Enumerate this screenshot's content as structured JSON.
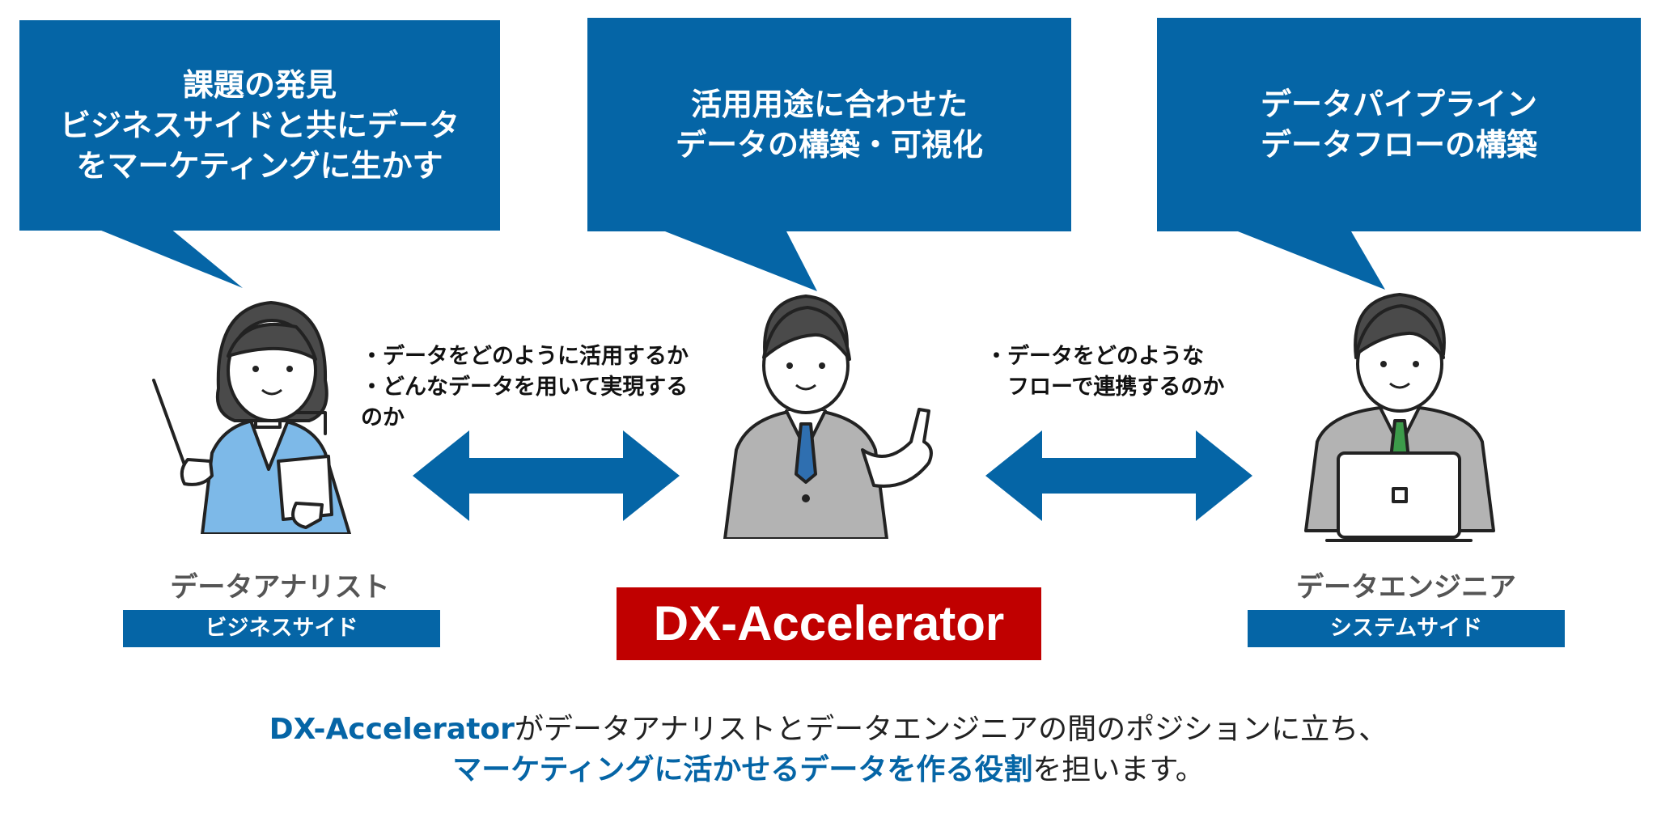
{
  "bubbles": [
    {
      "text": "課題の発見\nビジネスサイドと共にデータ\nをマーケティングに生かす"
    },
    {
      "text": "活用用途に合わせた\nデータの構築・可視化"
    },
    {
      "text": "データパイプライン\nデータフローの構築"
    }
  ],
  "notes": {
    "left": "・データをどのように活用するか\n・どんなデータを用いて実現する\nのか",
    "right": "・データをどのような\n　フローで連携するのか"
  },
  "roles": {
    "analyst": {
      "title": "データアナリスト",
      "tag": "ビジネスサイド"
    },
    "engineer": {
      "title": "データエンジニア",
      "tag": "システムサイド"
    }
  },
  "brand": "DX-Accelerator",
  "summary": {
    "line1_brand": "DX-Accelerator",
    "line1_rest": "がデータアナリストとデータエンジニアの間のポジションに立ち、",
    "line2_highlight": "マーケティングに活かせるデータを作る役割",
    "line2_rest": "を担います。"
  },
  "colors": {
    "accent": "#0565a6",
    "brand_red": "#c00000"
  }
}
